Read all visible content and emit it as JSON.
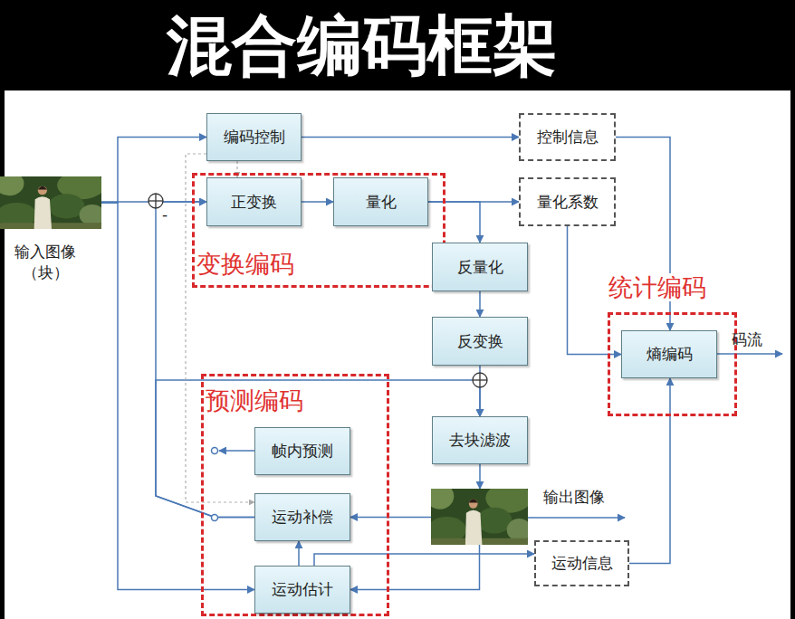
{
  "diagram": {
    "title": "混合编码框架",
    "nodes": [
      {
        "text": [
          "输入图像 （块）"
        ]
      },
      {
        "text": [
          "编码控制"
        ]
      },
      {
        "text": [
          "控制信息"
        ]
      },
      {
        "text": [
          "变换编码"
        ]
      },
      {
        "text": [
          "正变换"
        ],
        "in": 3
      },
      {
        "text": [
          "量化"
        ],
        "in": 3
      },
      {
        "text": [
          "量化系数"
        ]
      },
      {
        "text": [
          "反量化"
        ]
      },
      {
        "text": [
          "反变换"
        ]
      },
      {
        "text": [
          "统计编码"
        ]
      },
      {
        "text": [
          "熵编码"
        ],
        "in": 9
      },
      {
        "text": [
          "去块滤波"
        ]
      },
      {
        "text": [
          "输出图像"
        ]
      },
      {
        "text": [
          "预测编码"
        ]
      },
      {
        "text": [
          "帧内预测"
        ],
        "in": 13
      },
      {
        "text": [
          "运动补偿"
        ],
        "in": 13
      },
      {
        "text": [
          "运动估计"
        ],
        "in": 13
      },
      {
        "text": [
          "运动信息"
        ]
      }
    ],
    "edges": [
      {
        "from": 0,
        "to": 1,
        "arrow": "to"
      },
      {
        "from": 0,
        "to": 4,
        "arrow": "to"
      },
      {
        "from": 0,
        "to": 16,
        "arrow": "to"
      },
      {
        "from": 1,
        "to": 2,
        "arrow": "to"
      },
      {
        "from": 4,
        "to": 5,
        "arrow": "to"
      },
      {
        "from": 5,
        "to": 6,
        "arrow": "to"
      },
      {
        "from": 5,
        "to": 7,
        "arrow": "to"
      },
      {
        "from": 7,
        "to": 8,
        "arrow": "to"
      },
      {
        "from": 8,
        "to": 11,
        "arrow": "to"
      },
      {
        "from": 2,
        "to": 10,
        "arrow": "to"
      },
      {
        "from": 6,
        "to": 10,
        "arrow": "to"
      },
      {
        "from": 11,
        "to": 12,
        "arrow": "to"
      },
      {
        "from": 12,
        "to": 15,
        "arrow": "to"
      },
      {
        "from": 12,
        "to": 16,
        "arrow": "to"
      },
      {
        "from": 16,
        "to": 15,
        "arrow": "to"
      },
      {
        "from": 16,
        "to": 17,
        "arrow": "to"
      },
      {
        "from": 17,
        "to": 10,
        "arrow": "to"
      },
      {
        "from": 15,
        "to": 4,
        "arrow": "to"
      },
      {
        "from": 15,
        "to": 11,
        "arrow": "to"
      },
      {
        "from": 1,
        "to": 4,
        "arrow": "to"
      },
      {
        "from": 1,
        "to": 15,
        "arrow": "to"
      }
    ],
    "labels": [
      "-",
      "码流"
    ]
  }
}
